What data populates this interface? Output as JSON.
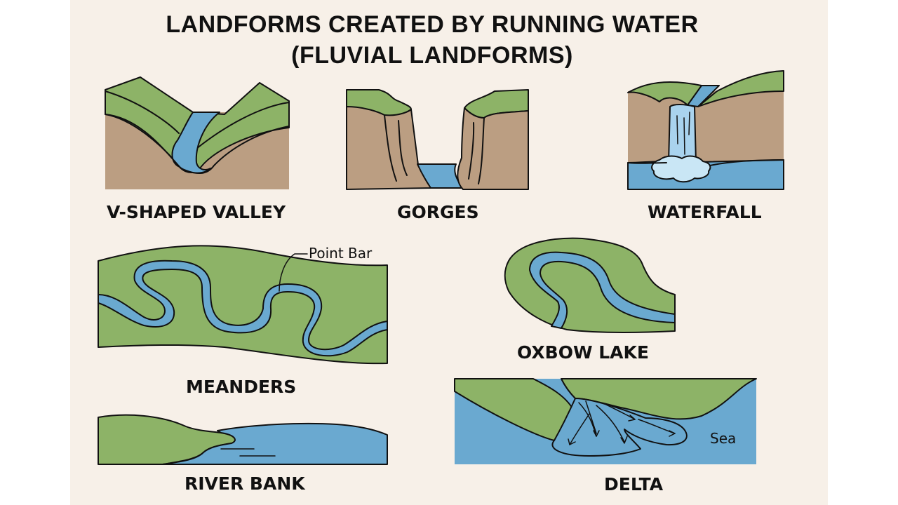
{
  "title": {
    "line1": "LANDFORMS CREATED BY RUNNING WATER",
    "line2": "(FLUVIAL LANDFORMS)"
  },
  "colors": {
    "background": "#f7f0e8",
    "land_green": "#8db367",
    "soil_brown": "#bb9e82",
    "water_blue": "#6aa9d0",
    "foam": "#c9e6f5",
    "outline": "#111111"
  },
  "panels": [
    {
      "id": "v-shaped-valley",
      "label": "V-SHAPED VALLEY"
    },
    {
      "id": "gorges",
      "label": "GORGES"
    },
    {
      "id": "waterfall",
      "label": "WATERFALL"
    },
    {
      "id": "meanders",
      "label": "MEANDERS",
      "annotation": "Point Bar"
    },
    {
      "id": "oxbow-lake",
      "label": "OXBOW LAKE"
    },
    {
      "id": "river-bank",
      "label": "RIVER BANK"
    },
    {
      "id": "delta",
      "label": "DELTA",
      "annotation": "Sea"
    }
  ]
}
